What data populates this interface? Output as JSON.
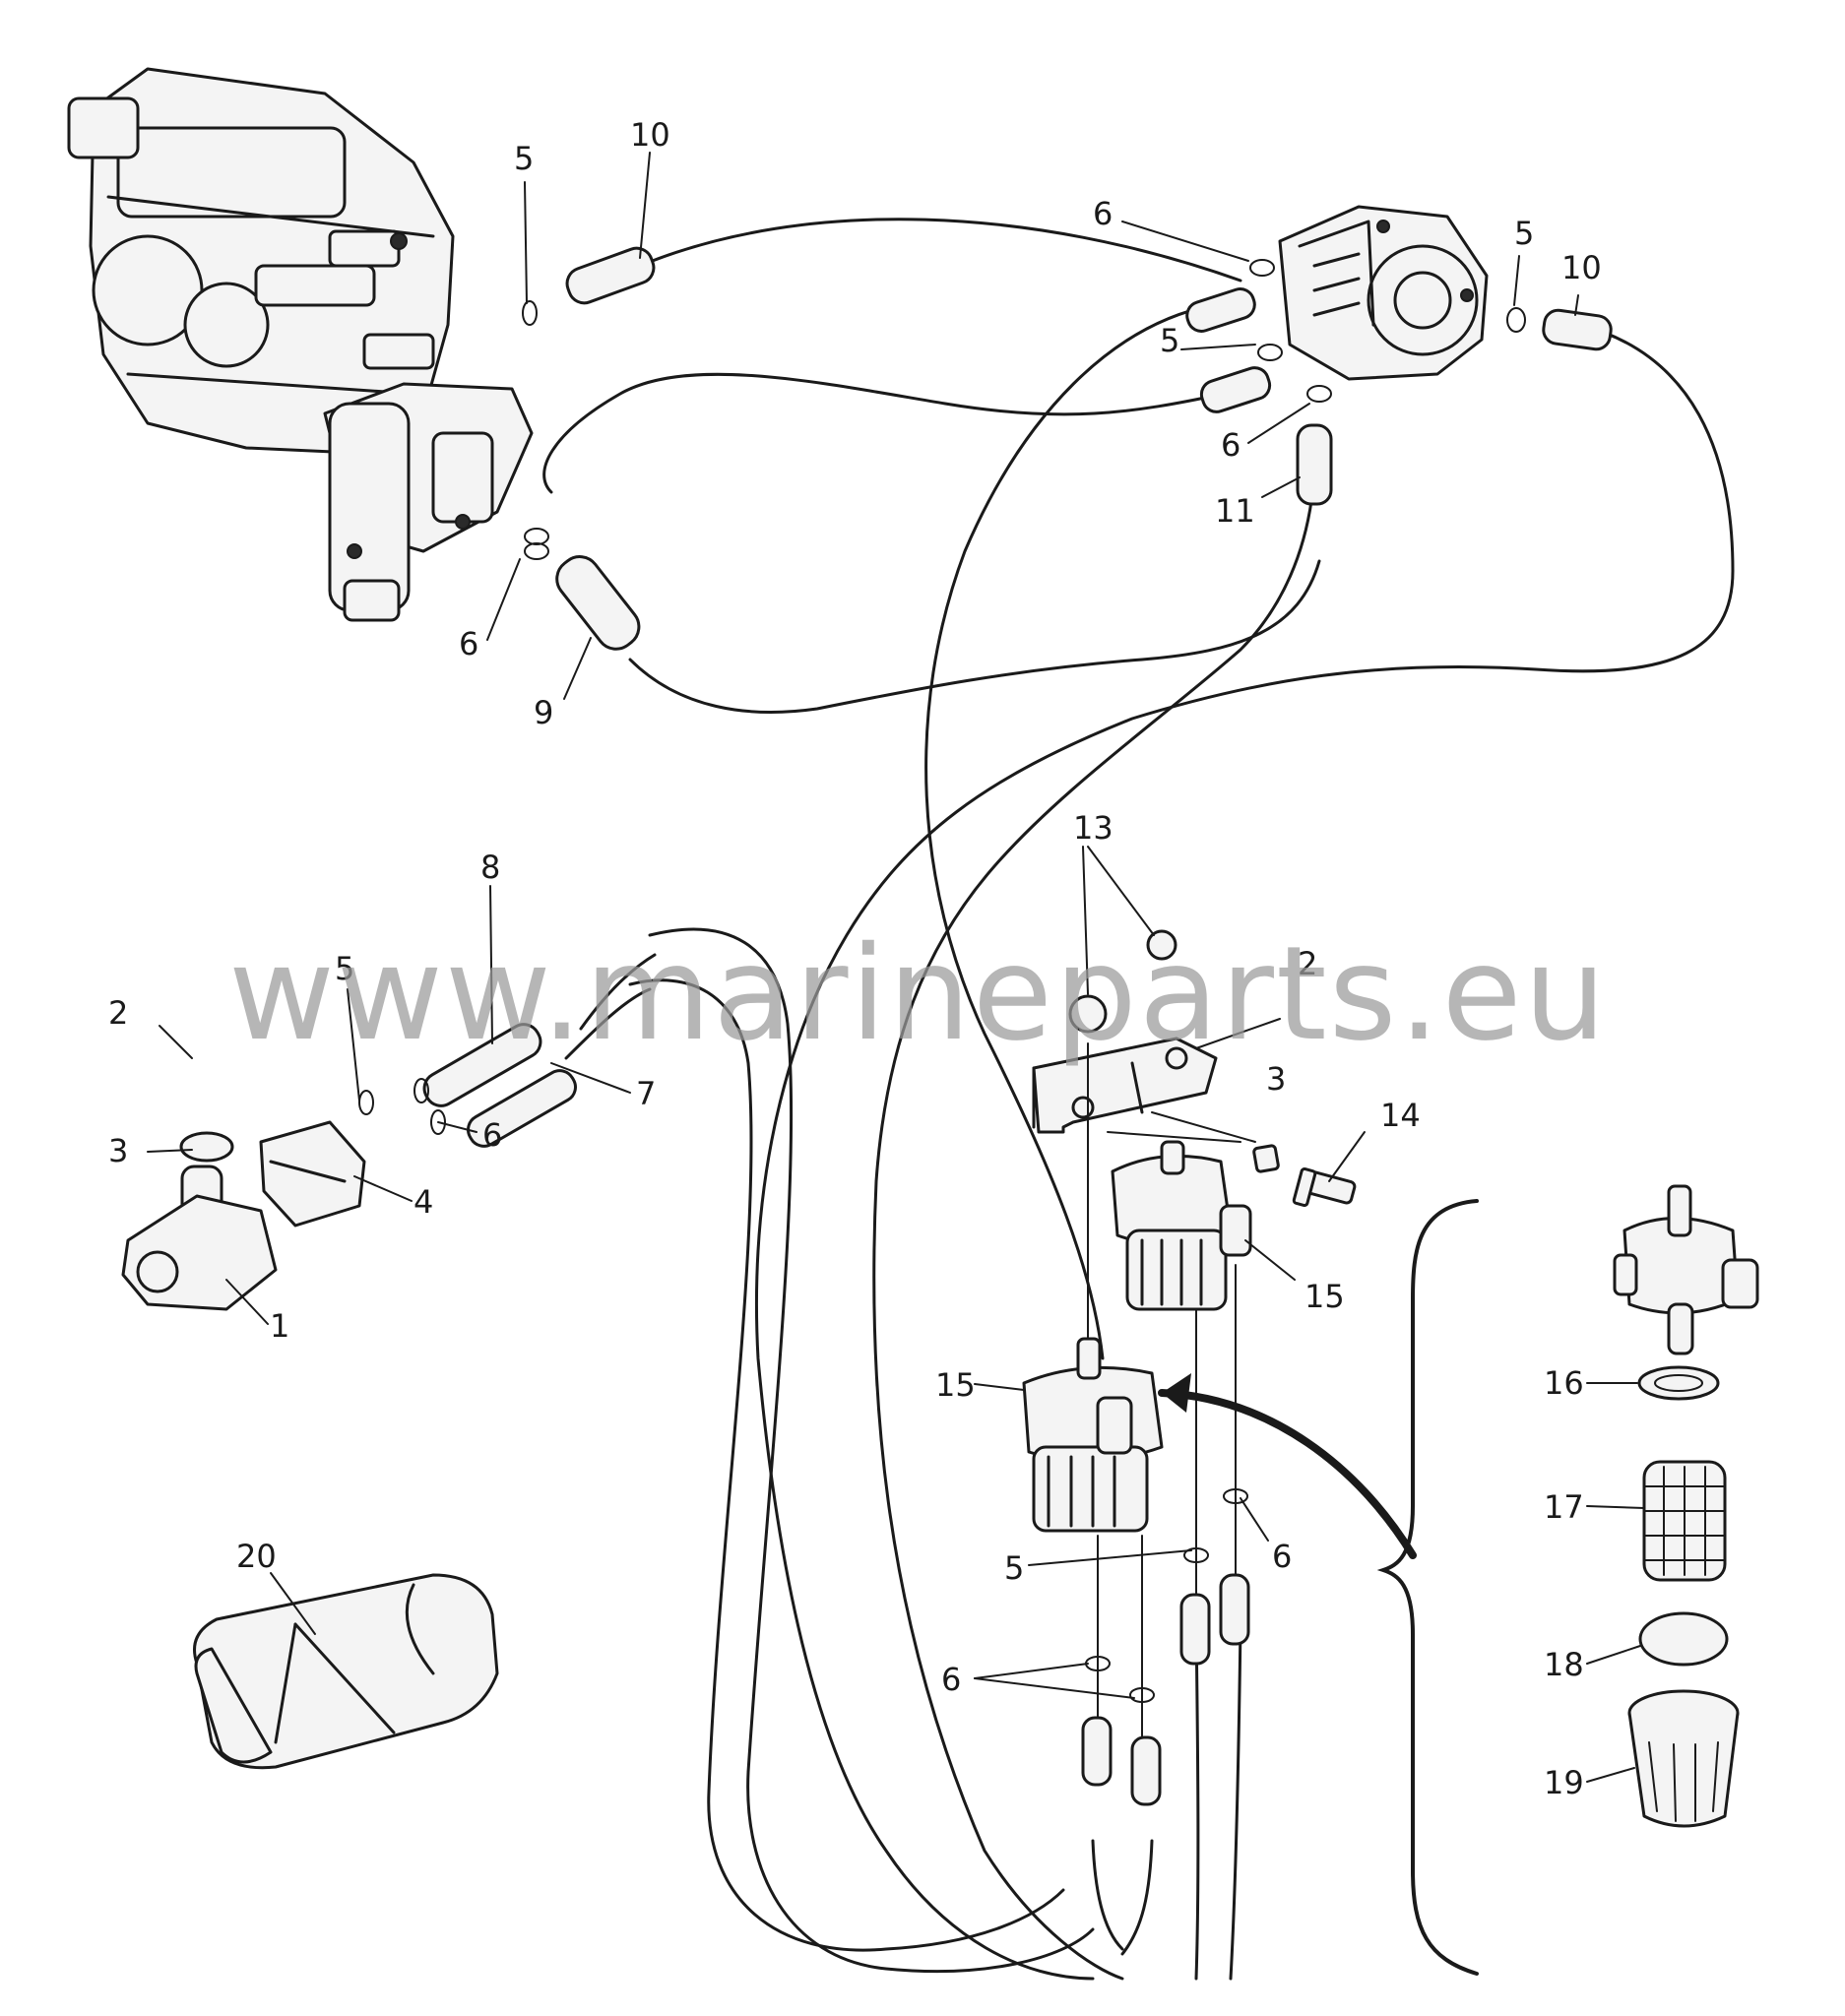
{
  "watermark": "www.marineparts.eu",
  "callouts": [
    {
      "id": "c1",
      "text": "1"
    },
    {
      "id": "c2a",
      "text": "2"
    },
    {
      "id": "c2b",
      "text": "2"
    },
    {
      "id": "c3a",
      "text": "3"
    },
    {
      "id": "c3b",
      "text": "3"
    },
    {
      "id": "c4",
      "text": "4"
    },
    {
      "id": "c5a",
      "text": "5"
    },
    {
      "id": "c5b",
      "text": "5"
    },
    {
      "id": "c5c",
      "text": "5"
    },
    {
      "id": "c5d",
      "text": "5"
    },
    {
      "id": "c5e",
      "text": "5"
    },
    {
      "id": "c6a",
      "text": "6"
    },
    {
      "id": "c6b",
      "text": "6"
    },
    {
      "id": "c6c",
      "text": "6"
    },
    {
      "id": "c6d",
      "text": "6"
    },
    {
      "id": "c6e",
      "text": "6"
    },
    {
      "id": "c6f",
      "text": "6"
    },
    {
      "id": "c7",
      "text": "7"
    },
    {
      "id": "c8",
      "text": "8"
    },
    {
      "id": "c9",
      "text": "9"
    },
    {
      "id": "c10a",
      "text": "10"
    },
    {
      "id": "c10b",
      "text": "10"
    },
    {
      "id": "c11",
      "text": "11"
    },
    {
      "id": "c13",
      "text": "13"
    },
    {
      "id": "c14",
      "text": "14"
    },
    {
      "id": "c15a",
      "text": "15"
    },
    {
      "id": "c15b",
      "text": "15"
    },
    {
      "id": "c16",
      "text": "16"
    },
    {
      "id": "c17",
      "text": "17"
    },
    {
      "id": "c18",
      "text": "18"
    },
    {
      "id": "c19",
      "text": "19"
    },
    {
      "id": "c20",
      "text": "20"
    }
  ]
}
